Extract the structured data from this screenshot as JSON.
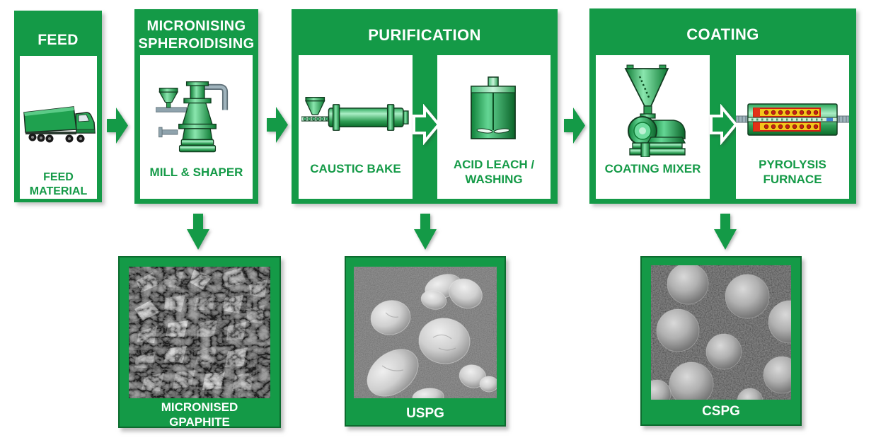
{
  "colors": {
    "green": "#149a47",
    "green_dark": "#0c6b2e",
    "header_text": "#ffffff",
    "label_text": "#149a47",
    "furnace_heater_red": "#c81e12",
    "furnace_band_yellow": "#f5c51b"
  },
  "stages": {
    "feed": {
      "title": "FEED",
      "label": "FEED MATERIAL",
      "icon": "truck-icon"
    },
    "micronising": {
      "title": "MICRONISING SPHEROIDISING",
      "label": "MILL & SHAPER",
      "icon": "mill-shaper-icon"
    },
    "purification": {
      "title": "PURIFICATION",
      "steps": [
        {
          "label": "CAUSTIC BAKE",
          "icon": "rotary-kiln-icon"
        },
        {
          "label": "ACID LEACH / WASHING",
          "icon": "stirred-tank-icon"
        }
      ]
    },
    "coating": {
      "title": "COATING",
      "steps": [
        {
          "label": "COATING MIXER",
          "icon": "coating-mixer-icon"
        },
        {
          "label": "PYROLYSIS FURNACE",
          "icon": "pyrolysis-furnace-icon"
        }
      ]
    }
  },
  "outputs": [
    {
      "label": "MICRONISED GPAPHITE",
      "image": "sem-micronised-graphite"
    },
    {
      "label": "USPG",
      "image": "sem-uspg"
    },
    {
      "label": "CSPG",
      "image": "sem-cspg"
    }
  ]
}
